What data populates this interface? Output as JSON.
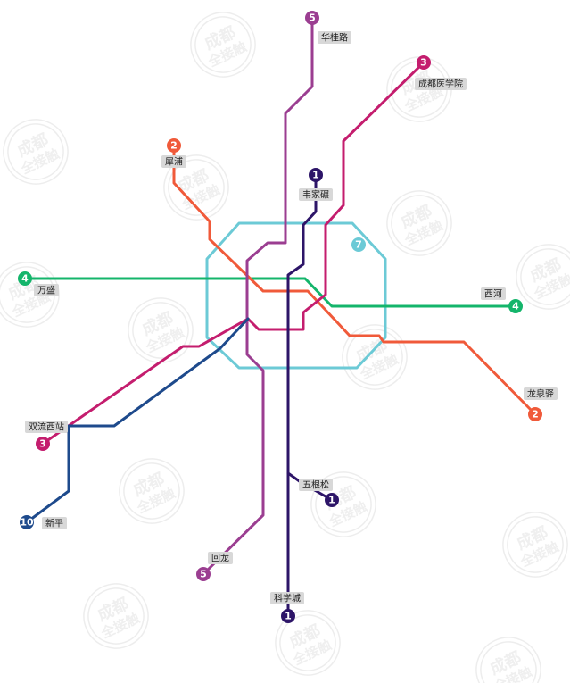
{
  "lines": [
    {
      "id": "1",
      "color": "#2d1568",
      "route": "main"
    },
    {
      "id": "1",
      "color": "#2d1568",
      "route": "branch"
    },
    {
      "id": "2",
      "color": "#f05a3a"
    },
    {
      "id": "3",
      "color": "#c41d6e"
    },
    {
      "id": "4",
      "color": "#14b56b"
    },
    {
      "id": "5",
      "color": "#9b3e91"
    },
    {
      "id": "7",
      "color": "#6ccad6"
    },
    {
      "id": "10",
      "color": "#1e4a8c"
    }
  ],
  "terminals": [
    {
      "line": "5",
      "label": "华桂路",
      "color": "#9b3e91"
    },
    {
      "line": "3",
      "label": "成都医学院",
      "color": "#c41d6e"
    },
    {
      "line": "2",
      "label": "犀浦",
      "color": "#f05a3a"
    },
    {
      "line": "1",
      "label": "韦家碾",
      "color": "#2d1568"
    },
    {
      "line": "7",
      "label": "",
      "color": "#6ccad6"
    },
    {
      "line": "4",
      "label": "万盛",
      "color": "#14b56b"
    },
    {
      "line": "4",
      "label": "西河",
      "color": "#14b56b"
    },
    {
      "line": "2",
      "label": "龙泉驿",
      "color": "#f05a3a"
    },
    {
      "line": "3",
      "label": "双流西站",
      "color": "#c41d6e"
    },
    {
      "line": "1",
      "label": "五根松",
      "color": "#2d1568"
    },
    {
      "line": "10",
      "label": "新平",
      "color": "#1e4a8c"
    },
    {
      "line": "5",
      "label": "回龙",
      "color": "#9b3e91"
    },
    {
      "line": "1",
      "label": "科学城",
      "color": "#2d1568"
    }
  ],
  "watermark": {
    "line1": "成都",
    "line2": "全接触"
  }
}
